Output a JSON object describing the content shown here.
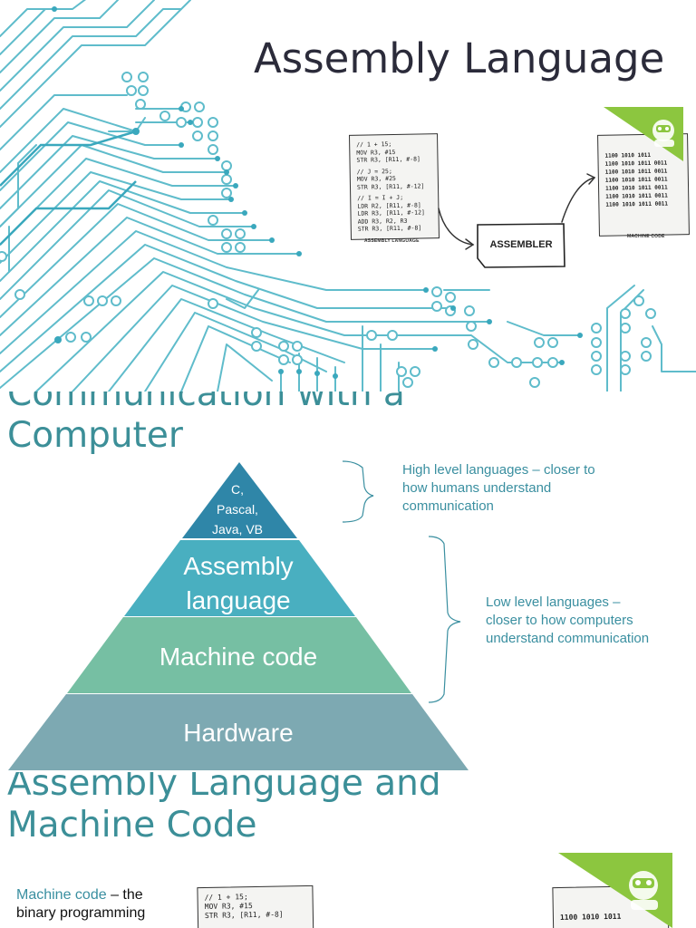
{
  "slide1": {
    "title": "Assembly Language",
    "assembly_note": {
      "block1": [
        "// 1 + 15;",
        "MOV R3, #15",
        "STR R3, [R11, #-8]"
      ],
      "block2": [
        "// J = 25;",
        "MOV R3, #25",
        "STR R3, [R11, #-12]"
      ],
      "block3": [
        "// I = I + J;",
        "LDR R2, [R11, #-8]",
        "LDR R3, [R11, #-12]",
        "ADD R3, R2, R3",
        "STR R3, [R11, #-8]"
      ]
    },
    "assembly_caption": "ASSEMBLY LANGUAGE",
    "assembler_label": "ASSEMBLER",
    "machine_lines": [
      "1100 1010 1011",
      "1100 1010 1011 0011",
      "1100 1010 1011 0011",
      "1100 1010 1011 0011",
      "1100 1010 1011 0011",
      "1100 1010 1011 0011",
      "1100 1010 1011 0011"
    ],
    "machine_caption": "MACHINE CODE"
  },
  "slide2": {
    "title_line1": "Communication with a",
    "title_line2": "Computer",
    "pyramid": {
      "top_lines": [
        "C,",
        "Pascal,",
        "Java, VB"
      ],
      "assembly_lines": [
        "Assembly",
        "language"
      ],
      "machine": "Machine code",
      "hardware": "Hardware"
    },
    "colors": {
      "top": "#2f86a8",
      "assembly": "#49afc0",
      "machine": "#76bfa3",
      "hardware": "#7da9b2",
      "annotation": "#3a8fa0"
    },
    "high_level_lines": [
      "High level languages – closer to",
      "how humans understand",
      "communication"
    ],
    "low_level_lines": [
      "Low level languages –",
      "closer to how computers",
      "understand communication"
    ]
  },
  "slide3": {
    "title_line1": "Assembly Language and",
    "title_line2": "Machine Code",
    "text_highlight": "Machine code",
    "text_rest": " – the",
    "text_line2": "binary programming",
    "note_lines": [
      "// 1 + 15;",
      "MOV R3, #15",
      "STR R3, [R11, #-8]"
    ],
    "machine_line": "1100 1010 1011"
  }
}
